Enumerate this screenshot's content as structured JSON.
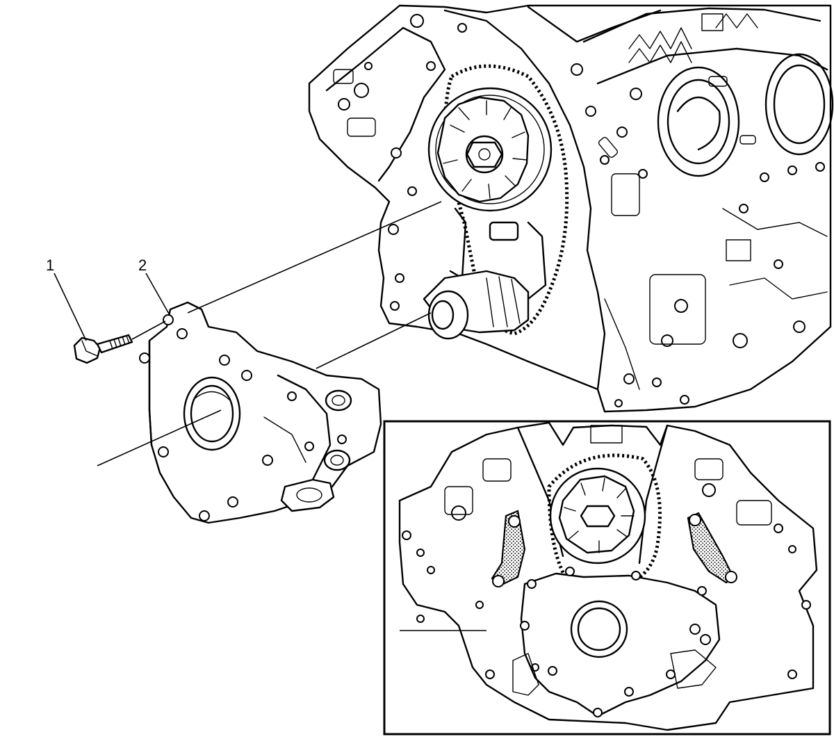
{
  "figure": {
    "callouts": [
      {
        "id": "1",
        "label": "1"
      },
      {
        "id": "2",
        "label": "2"
      }
    ],
    "colors": {
      "line": "#000000",
      "background": "#ffffff"
    },
    "icons": [
      "engine-block-illustration",
      "oil-pump-illustration",
      "bolt-illustration",
      "installed-view-inset"
    ]
  }
}
